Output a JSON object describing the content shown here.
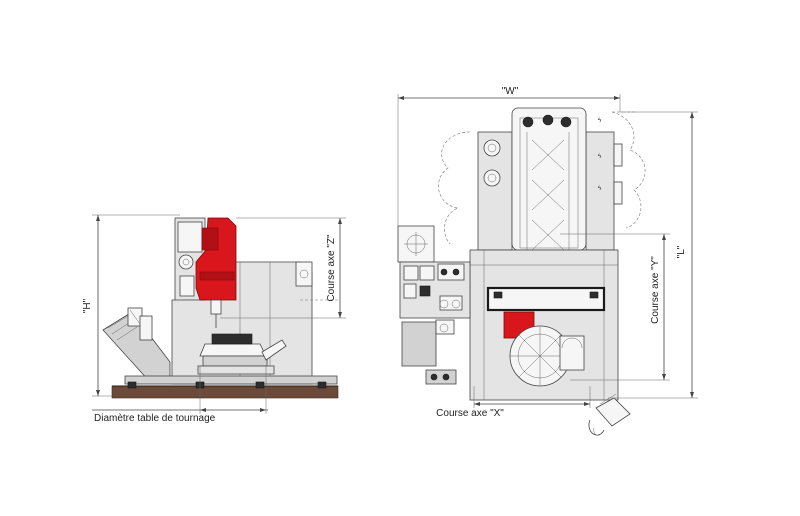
{
  "labels": {
    "h": "\"H\"",
    "z_stroke": "Course axe \"Z\"",
    "turning_diameter": "Diamètre table de tournage",
    "w": "\"W\"",
    "y_stroke": "Course axe \"Y\"",
    "l": "\"L\"",
    "x_stroke": "Course axe \"X\""
  },
  "colors": {
    "accent": "#d8161c",
    "line": "#444444",
    "fill": "#e4e4e4",
    "floor": "#6b4a3a"
  }
}
